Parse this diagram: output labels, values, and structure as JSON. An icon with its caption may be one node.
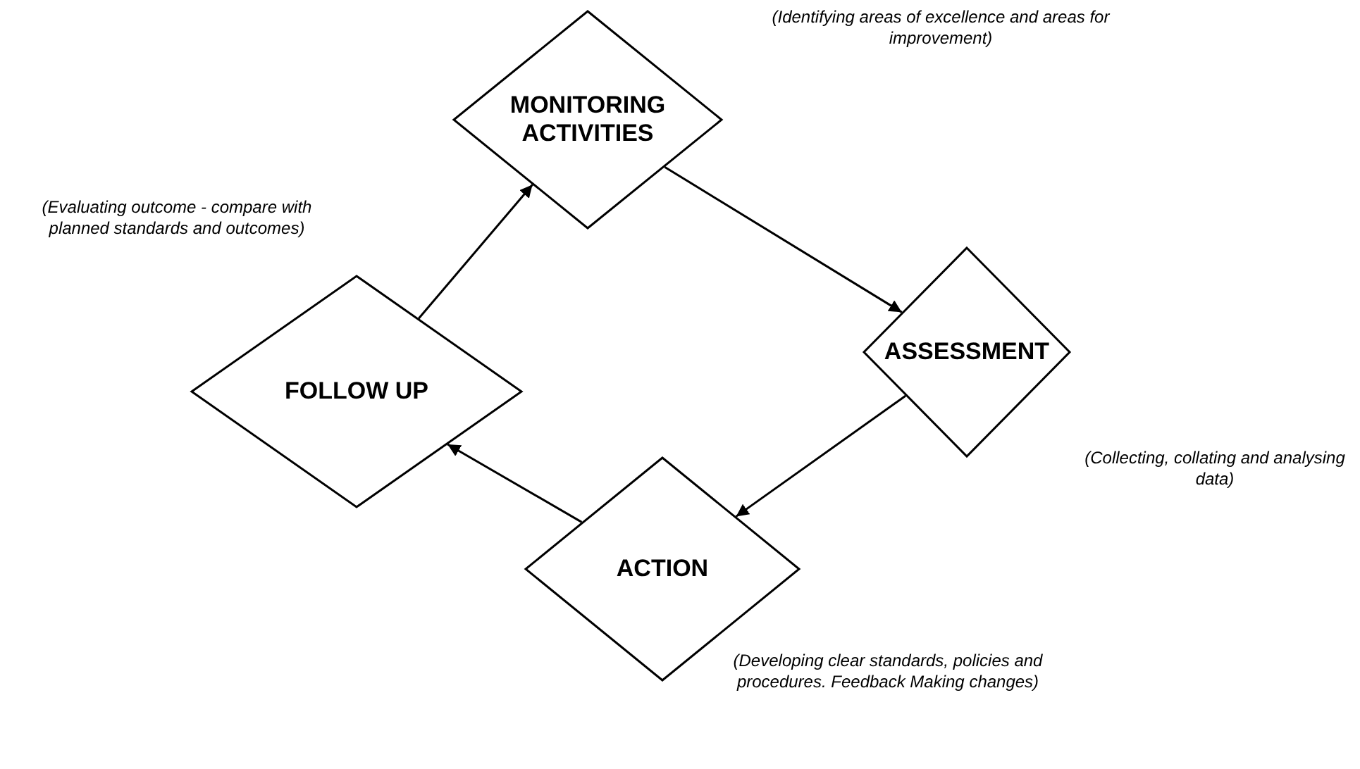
{
  "diagram": {
    "nodes": [
      {
        "text": [
          "MONITORING ACTIVITIES"
        ],
        "beside": [
          "(Identifying areas of excellence and areas for improvement)"
        ]
      },
      {
        "text": [
          "ASSESSMENT"
        ],
        "beside": [
          "(Collecting, collating and analysing data)"
        ]
      },
      {
        "text": [
          "ACTION"
        ],
        "beside": [
          "(Developing clear standards, policies and procedures. Feedback Making changes)"
        ]
      },
      {
        "text": [
          "FOLLOW UP"
        ],
        "beside": [
          "(Evaluating outcome - compare with planned standards and outcomes)"
        ]
      }
    ],
    "edges": [
      {
        "from": 0,
        "to": 1,
        "arrow": "to"
      },
      {
        "from": 1,
        "to": 2,
        "arrow": "to"
      },
      {
        "from": 2,
        "to": 3,
        "arrow": "to"
      },
      {
        "from": 3,
        "to": 0,
        "arrow": "to"
      }
    ]
  }
}
